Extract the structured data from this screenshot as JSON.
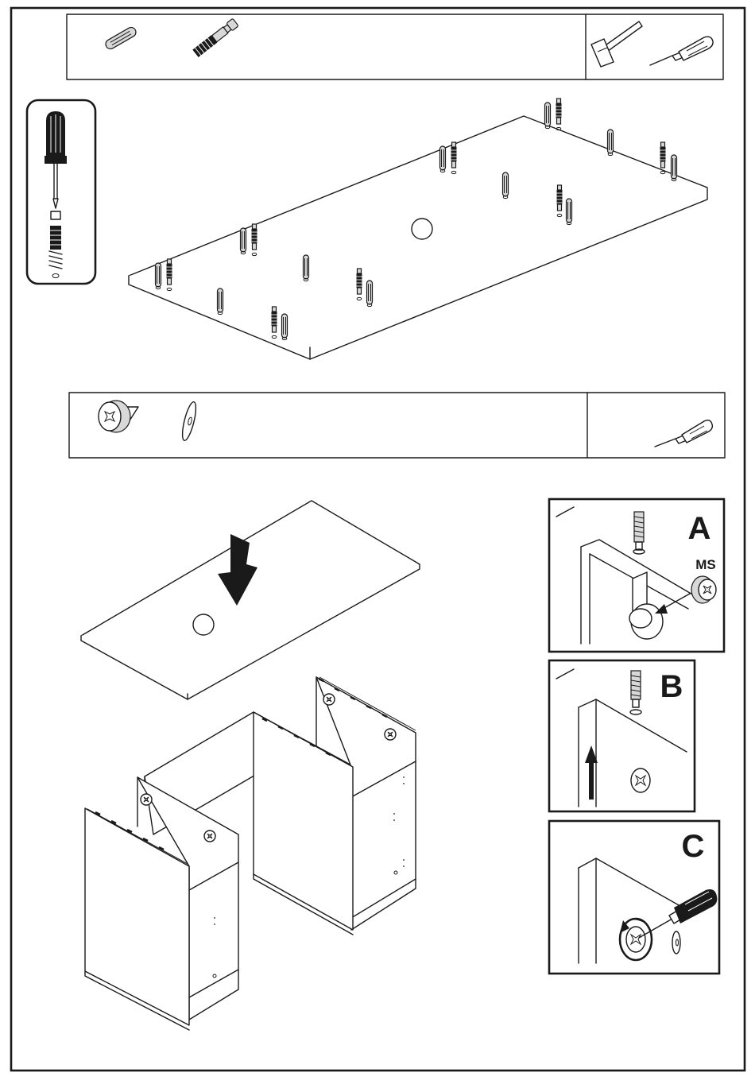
{
  "step_a": {
    "label": "A",
    "part_code": "MS"
  },
  "step_b": {
    "label": "B"
  },
  "step_c": {
    "label": "C"
  }
}
